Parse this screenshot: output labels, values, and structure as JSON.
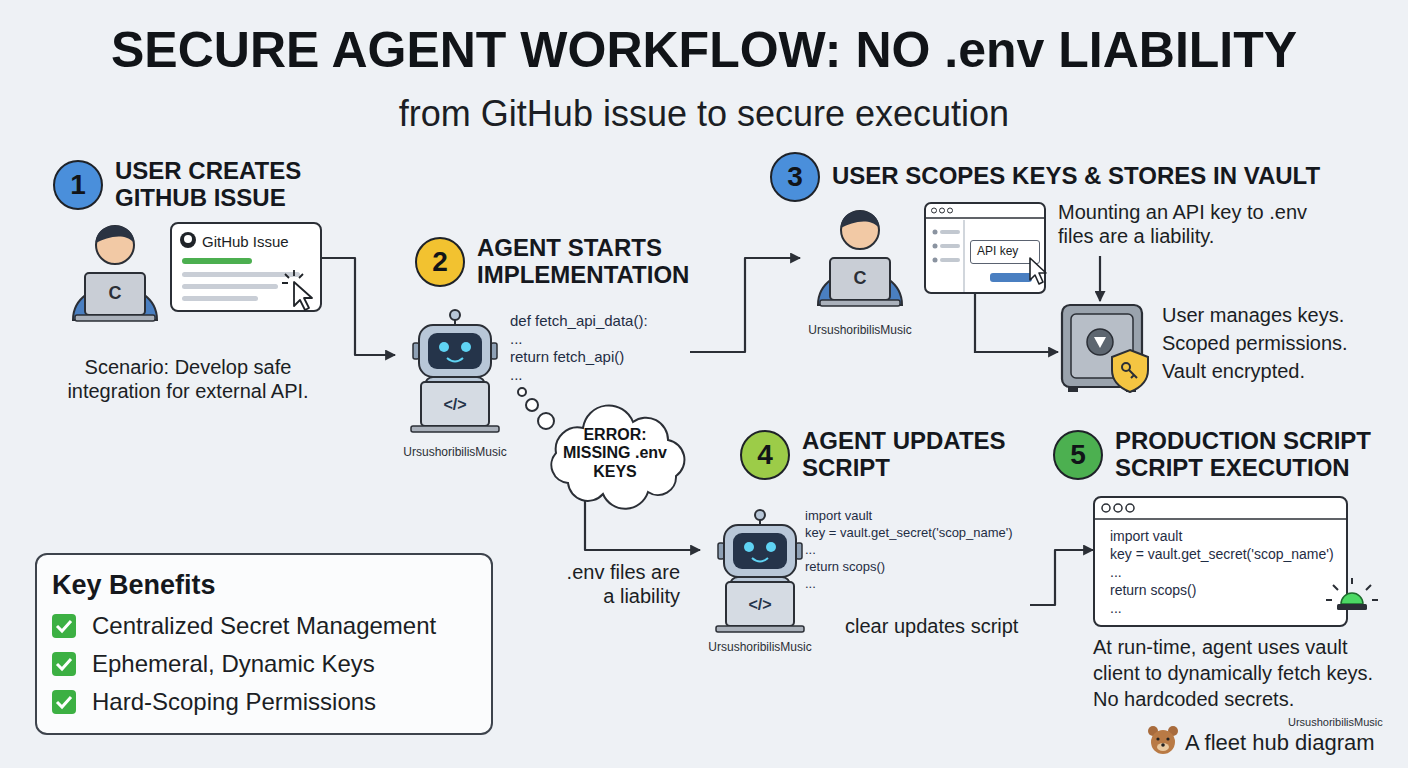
{
  "diagram": {
    "title": "SECURE AGENT WORKFLOW: NO .env LIABILITY",
    "nodes": [
      {
        "text": [
          "1",
          "USER CREATES GITHUB ISSUE"
        ]
      },
      {
        "text": [
          "GitHub Issue"
        ]
      },
      {
        "text": [
          "2",
          "AGENT STARTS IMPLEMENTATION"
        ]
      },
      {
        "text": [
          "def fetch_api_data():",
          "...",
          "return fetch_api()",
          "...",
          "UrsushoribilisMusic"
        ]
      },
      {
        "text": [
          "ERROR: MISSING .env KEYS"
        ],
        "in": 3
      },
      {
        "text": [
          "3",
          "USER SCOPES KEYS & STORES IN VAULT"
        ]
      },
      {
        "text": [
          "UrsushoribilisMusic"
        ]
      },
      {
        "text": [
          "API key"
        ]
      },
      {
        "text": [
          "4",
          "AGENT UPDATES SCRIPT"
        ]
      },
      {
        "text": [
          "import vault",
          "key = vault.get_secret('scop_name')",
          "...",
          "return scops()",
          "...",
          "UrsushoribilisMusic"
        ]
      },
      {
        "text": [
          "5",
          "PRODUCTION SCRIPT SCRIPT EXECUTION"
        ]
      },
      {
        "text": [
          "import vault",
          "key = vault.get_secret('scop_name')",
          "...",
          "return scops()",
          "..."
        ]
      },
      {
        "text": [
          "Key Benefits",
          "Centralized Secret Management",
          "Ephemeral, Dynamic Keys",
          "Hard-Scoping Permissions"
        ]
      }
    ],
    "edges": [
      {
        "from": 1,
        "to": 3,
        "arrow": "to"
      },
      {
        "from": 3,
        "to": 6,
        "arrow": "to"
      },
      {
        "from": 4,
        "to": 9,
        "arrow": "to",
        "label": ".env files are a liability"
      },
      {
        "from": 9,
        "to": 11,
        "arrow": "to",
        "label": "clear updates script"
      }
    ],
    "labels": [
      "from GitHub issue to secure execution",
      "C",
      "Scenario: Develop safe integration for external API.",
      "</>",
      "Mounting an API key to .env files are a liability.",
      "C",
      "User manages keys.",
      "Scoped permissions.",
      "Vault encrypted.",
      "</>",
      "At run-time, agent uses vault client to dynamically fetch keys. No hardcoded secrets.",
      "UrsushoribilisMusic",
      "A fleet hub diagram"
    ]
  }
}
